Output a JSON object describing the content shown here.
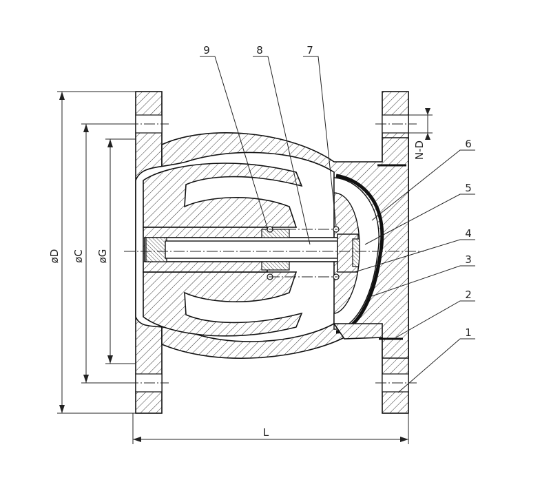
{
  "drawing": {
    "part_numbers": [
      "1",
      "2",
      "3",
      "4",
      "5",
      "6",
      "7",
      "8",
      "9"
    ],
    "dimensions": {
      "outer_diameter": "øD",
      "bolt_circle": "øC",
      "gasket_face": "øG",
      "length": "L",
      "bolt_holes": "N-D"
    }
  }
}
